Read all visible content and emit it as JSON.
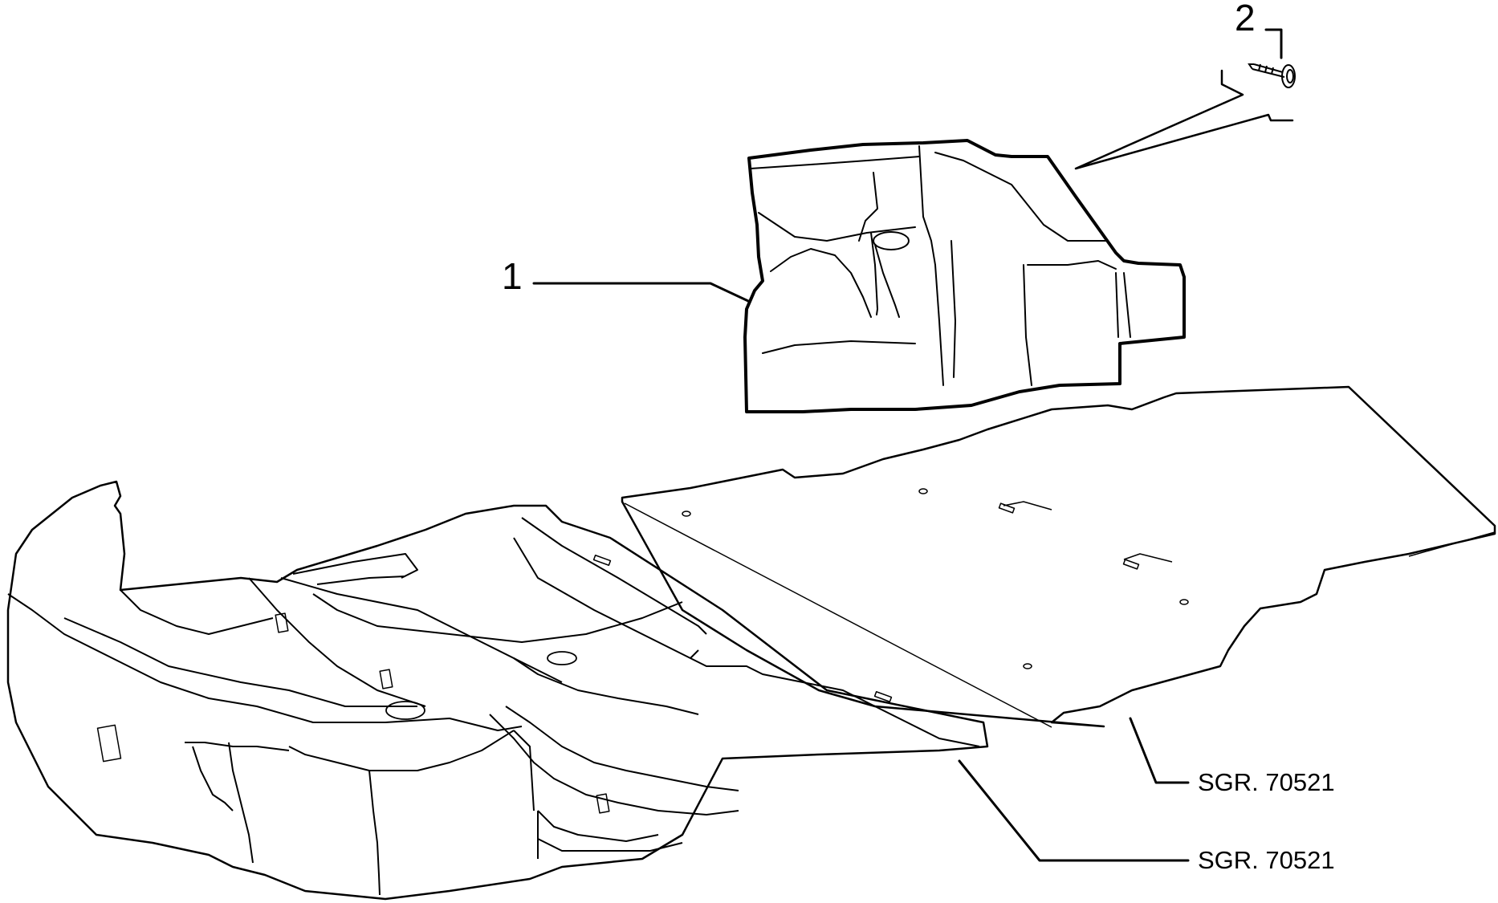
{
  "callouts": [
    {
      "id": "1",
      "label": "1"
    },
    {
      "id": "2",
      "label": "2"
    }
  ],
  "references": [
    {
      "id": "ref-floor-panel",
      "label": "SGR. 70521"
    },
    {
      "id": "ref-spare-wheel-tub",
      "label": "SGR. 70521"
    }
  ],
  "colors": {
    "line": "#000000",
    "background": "#ffffff"
  }
}
